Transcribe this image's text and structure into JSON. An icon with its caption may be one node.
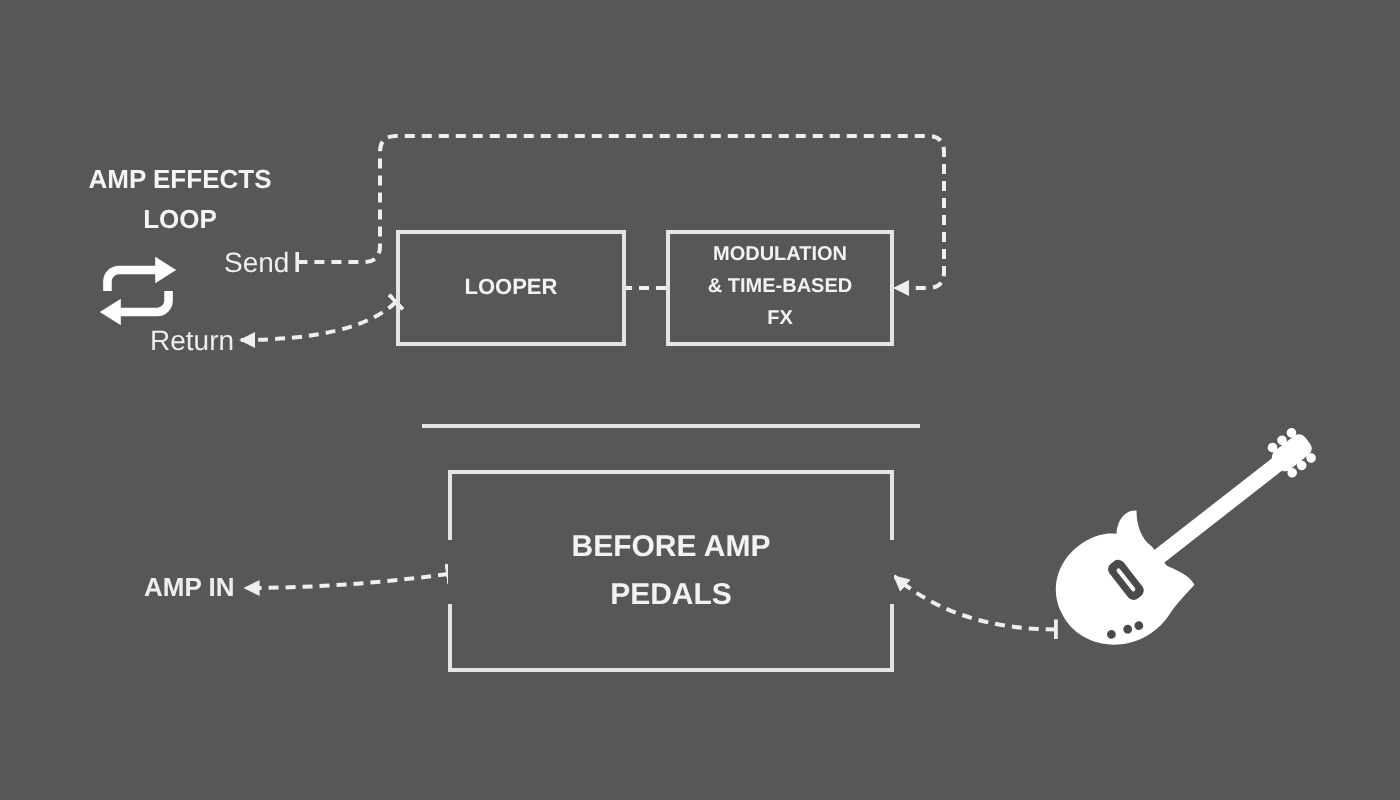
{
  "diagram": {
    "nodes": [
      {
        "text": [
          "Send"
        ]
      },
      {
        "text": [
          "Return"
        ]
      },
      {
        "text": [
          "LOOPER"
        ]
      },
      {
        "text": [
          "MODULATION & TIME-BASED FX"
        ]
      },
      {
        "text": [
          "BEFORE AMP PEDALS"
        ]
      },
      {
        "text": [
          "AMP IN"
        ]
      },
      {
        "text": [],
        "shape": "picture"
      }
    ],
    "edges": [
      {
        "from": 0,
        "to": 3,
        "arrow": "to",
        "style": "dashed"
      },
      {
        "from": 3,
        "to": 2,
        "arrow": "none",
        "style": "dashed"
      },
      {
        "from": 2,
        "to": 1,
        "arrow": "to",
        "style": "dashed"
      },
      {
        "from": 4,
        "to": 5,
        "arrow": "to",
        "style": "dashed"
      },
      {
        "from": 6,
        "to": 4,
        "arrow": "to",
        "style": "dashed"
      }
    ],
    "labels": [
      "AMP EFFECTS LOOP"
    ]
  }
}
